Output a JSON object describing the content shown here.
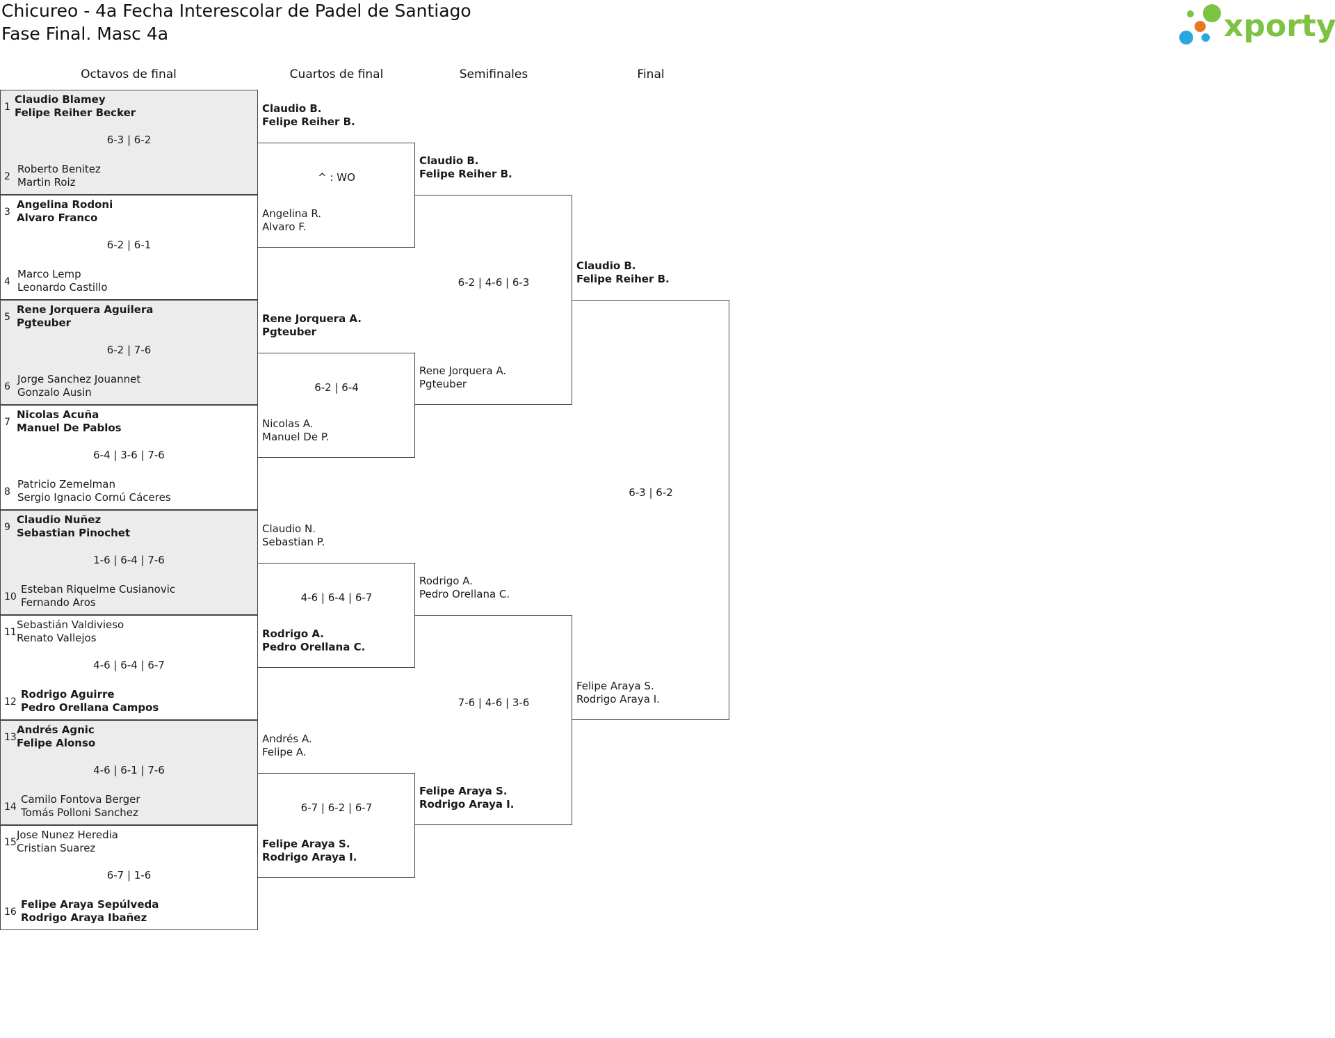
{
  "header": {
    "title_line1": "Chicureo - 4a Fecha Interescolar de Padel de Santiago",
    "title_line2": "Fase Final. Masc 4a",
    "logo_text": "xporty",
    "logo_colors": [
      "#2aa7e0",
      "#e87722",
      "#7dc242"
    ]
  },
  "rounds": [
    "Octavos de final",
    "Cuartos de final",
    "Semifinales",
    "Final"
  ],
  "r16": [
    {
      "seed1": "1",
      "a1": "Claudio Blamey",
      "b1": "Felipe Reiher Becker",
      "score": "6-3 | 6-2",
      "seed2": "2",
      "a2": "Roberto Benitez",
      "b2": "Martin Roiz"
    },
    {
      "seed1": "3",
      "a1": "Angelina Rodoni",
      "b1": "Alvaro Franco",
      "score": "6-2 | 6-1",
      "seed2": "4",
      "a2": "Marco Lemp",
      "b2": "Leonardo Castillo"
    },
    {
      "seed1": "5",
      "a1": "Rene Jorquera Aguilera",
      "b1": "Pgteuber",
      "score": "6-2 | 7-6",
      "seed2": "6",
      "a2": "Jorge Sanchez Jouannet",
      "b2": "Gonzalo Ausin"
    },
    {
      "seed1": "7",
      "a1": "Nicolas Acuña",
      "b1": "Manuel De Pablos",
      "score": "6-4 | 3-6 | 7-6",
      "seed2": "8",
      "a2": "Patricio Zemelman",
      "b2": "Sergio Ignacio Cornú Cáceres"
    },
    {
      "seed1": "9",
      "a1": "Claudio Nuñez",
      "b1": "Sebastian Pinochet",
      "score": "1-6 | 6-4 | 7-6",
      "seed2": "10",
      "a2": "Esteban Riquelme Cusianovic",
      "b2": "Fernando Aros"
    },
    {
      "seed1": "11",
      "a1": "Sebastián Valdivieso",
      "b1": "Renato Vallejos",
      "score": "4-6 | 6-4 | 6-7",
      "seed2": "12",
      "a2": "Rodrigo Aguirre",
      "b2": "Pedro Orellana Campos"
    },
    {
      "seed1": "13",
      "a1": "Andrés Agnic",
      "b1": "Felipe Alonso",
      "score": "4-6 | 6-1 | 7-6",
      "seed2": "14",
      "a2": "Camilo Fontova Berger",
      "b2": "Tomás Polloni Sanchez"
    },
    {
      "seed1": "15",
      "a1": "Jose Nunez Heredia",
      "b1": "Cristian Suarez",
      "score": "6-7 | 1-6",
      "seed2": "16",
      "a2": "Felipe Araya Sepúlveda",
      "b2": "Rodrigo Araya Ibañez"
    }
  ],
  "qf": [
    {
      "a1": "Claudio B.",
      "b1": "Felipe Reiher B.",
      "score": "^ : WO",
      "a2": "Angelina R.",
      "b2": "Alvaro F."
    },
    {
      "a1": "Rene Jorquera A.",
      "b1": "Pgteuber",
      "score": "6-2 | 6-4",
      "a2": "Nicolas A.",
      "b2": "Manuel De P."
    },
    {
      "a1": "Claudio N.",
      "b1": "Sebastian P.",
      "score": "4-6 | 6-4 | 6-7",
      "a2": "Rodrigo A.",
      "b2": "Pedro Orellana C."
    },
    {
      "a1": "Andrés A.",
      "b1": "Felipe A.",
      "score": "6-7 | 6-2 | 6-7",
      "a2": "Felipe Araya S.",
      "b2": "Rodrigo Araya I."
    }
  ],
  "sf": [
    {
      "a1": "Claudio B.",
      "b1": "Felipe Reiher B.",
      "score": "6-2 | 4-6 | 6-3",
      "a2": "Rene Jorquera A.",
      "b2": "Pgteuber"
    },
    {
      "a1": "Rodrigo A.",
      "b1": "Pedro Orellana C.",
      "score": "7-6 | 4-6 | 3-6",
      "a2": "Felipe Araya S.",
      "b2": "Rodrigo Araya I."
    }
  ],
  "final": {
    "a1": "Claudio B.",
    "b1": "Felipe Reiher B.",
    "score": "6-3 | 6-2",
    "a2": "Felipe Araya S.",
    "b2": "Rodrigo Araya I."
  }
}
